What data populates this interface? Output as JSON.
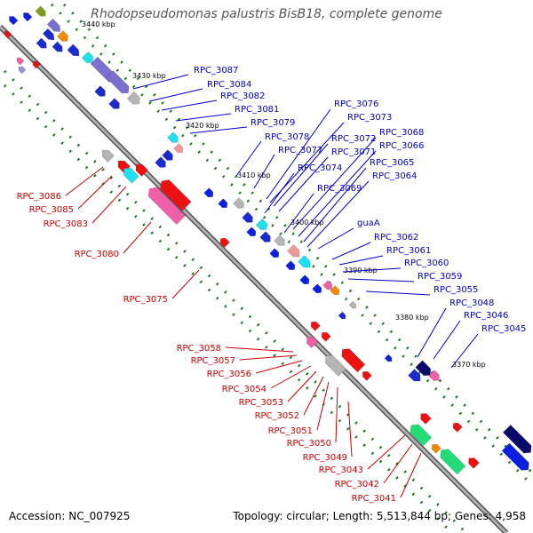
{
  "title": "Rhodopseudomonas palustris BisB18, complete genome",
  "footer": {
    "accession": "Accession: NC_007925",
    "summary": "Topology: circular; Length: 5,513,844 bp; Genes: 4,958"
  },
  "colors": {
    "plus_strand_label": "#0000cc",
    "minus_strand_label": "#cc0000",
    "backbone": "#888888"
  },
  "ticks": [
    {
      "text": "3440 kbp"
    },
    {
      "text": "3430 kbp"
    },
    {
      "text": "3420 kbp"
    },
    {
      "text": "3410 kbp"
    },
    {
      "text": "3400 kbp"
    },
    {
      "text": "3390 kbp"
    },
    {
      "text": "3380 kbp"
    },
    {
      "text": "3370 kbp"
    }
  ],
  "labels_plus": [
    "RPC_3087",
    "RPC_3084",
    "RPC_3082",
    "RPC_3081",
    "RPC_3079",
    "RPC_3078",
    "RPC_3077",
    "RPC_3076",
    "RPC_3073",
    "RPC_3072",
    "RPC_3071",
    "RPC_3074",
    "RPC_3069",
    "RPC_3068",
    "RPC_3066",
    "RPC_3065",
    "RPC_3064",
    "guaA",
    "RPC_3062",
    "RPC_3061",
    "RPC_3060",
    "RPC_3059",
    "RPC_3055",
    "RPC_3048",
    "RPC_3046",
    "RPC_3045"
  ],
  "labels_minus": [
    "RPC_3086",
    "RPC_3085",
    "RPC_3083",
    "RPC_3080",
    "RPC_3075",
    "RPC_3058",
    "RPC_3057",
    "RPC_3056",
    "RPC_3054",
    "RPC_3053",
    "RPC_3052",
    "RPC_3051",
    "RPC_3050",
    "RPC_3049",
    "RPC_3043",
    "RPC_3042",
    "RPC_3041"
  ]
}
